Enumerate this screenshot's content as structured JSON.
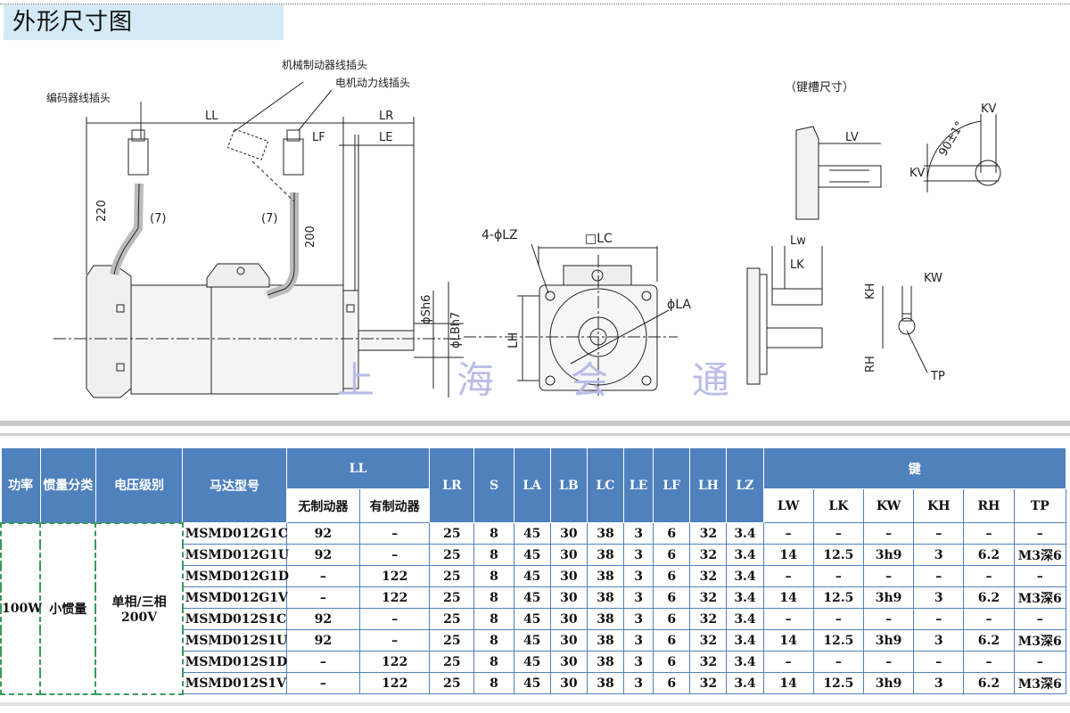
{
  "title": "外形尺寸图",
  "drawing": {
    "encoder_connector": "编码器线插头",
    "brake_connector": "机械制动器线插头",
    "power_connector": "电机动力线插头",
    "keyway_title": "（键槽尺寸）",
    "dims": {
      "LL": "LL",
      "LR": "LR",
      "LF": "LF",
      "LE": "LE",
      "d220": "220",
      "d200": "200",
      "d7a": "(7)",
      "d7b": "(7)",
      "Sh6": "ϕSh6",
      "LBh7": "ϕLBh7",
      "LZ": "4-ϕLZ",
      "LC": "□LC",
      "LH": "LH",
      "LA": "ϕLA",
      "LV": "LV",
      "KV1": "KV",
      "KV2": "KV",
      "angle": "90±1°",
      "Lw": "Lw",
      "LK": "LK",
      "KH": "KH",
      "KW": "KW",
      "RH": "RH",
      "TP": "TP"
    },
    "watermark": [
      "上",
      "海",
      "会",
      "通"
    ]
  },
  "table": {
    "headers": {
      "power": "功率",
      "inertia": "惯量分类",
      "voltage": "电压级别",
      "model": "马达型号",
      "LL": "LL",
      "LL_nobrake": "无制动器",
      "LL_brake": "有制动器",
      "LR": "LR",
      "S": "S",
      "LA": "LA",
      "LB": "LB",
      "LC": "LC",
      "LE": "LE",
      "LF": "LF",
      "LH": "LH",
      "LZ": "LZ",
      "key": "键",
      "LW": "LW",
      "LK": "LK",
      "KW": "KW",
      "KH": "KH",
      "RH": "RH",
      "TP": "TP"
    },
    "group": {
      "power": "100W",
      "inertia": "小惯量",
      "voltage": "单相/三相 200V"
    },
    "rows": [
      {
        "model": "MSMD012G1C",
        "ll_nb": "92",
        "ll_b": "–",
        "lr": "25",
        "s": "8",
        "la": "45",
        "lb": "30",
        "lc": "38",
        "le": "3",
        "lf": "6",
        "lh": "32",
        "lz": "3.4",
        "lw": "–",
        "lk": "–",
        "kw": "–",
        "kh": "–",
        "rh": "–",
        "tp": "–"
      },
      {
        "model": "MSMD012G1U",
        "ll_nb": "92",
        "ll_b": "–",
        "lr": "25",
        "s": "8",
        "la": "45",
        "lb": "30",
        "lc": "38",
        "le": "3",
        "lf": "6",
        "lh": "32",
        "lz": "3.4",
        "lw": "14",
        "lk": "12.5",
        "kw": "3h9",
        "kh": "3",
        "rh": "6.2",
        "tp": "M3深6"
      },
      {
        "model": "MSMD012G1D",
        "ll_nb": "–",
        "ll_b": "122",
        "lr": "25",
        "s": "8",
        "la": "45",
        "lb": "30",
        "lc": "38",
        "le": "3",
        "lf": "6",
        "lh": "32",
        "lz": "3.4",
        "lw": "–",
        "lk": "–",
        "kw": "–",
        "kh": "–",
        "rh": "–",
        "tp": "–"
      },
      {
        "model": "MSMD012G1V",
        "ll_nb": "–",
        "ll_b": "122",
        "lr": "25",
        "s": "8",
        "la": "45",
        "lb": "30",
        "lc": "38",
        "le": "3",
        "lf": "6",
        "lh": "32",
        "lz": "3.4",
        "lw": "14",
        "lk": "12.5",
        "kw": "3h9",
        "kh": "3",
        "rh": "6.2",
        "tp": "M3深6"
      },
      {
        "model": "MSMD012S1C",
        "ll_nb": "92",
        "ll_b": "–",
        "lr": "25",
        "s": "8",
        "la": "45",
        "lb": "30",
        "lc": "38",
        "le": "3",
        "lf": "6",
        "lh": "32",
        "lz": "3.4",
        "lw": "–",
        "lk": "–",
        "kw": "–",
        "kh": "–",
        "rh": "–",
        "tp": "–"
      },
      {
        "model": "MSMD012S1U",
        "ll_nb": "92",
        "ll_b": "–",
        "lr": "25",
        "s": "8",
        "la": "45",
        "lb": "30",
        "lc": "38",
        "le": "3",
        "lf": "6",
        "lh": "32",
        "lz": "3.4",
        "lw": "14",
        "lk": "12.5",
        "kw": "3h9",
        "kh": "3",
        "rh": "6.2",
        "tp": "M3深6"
      },
      {
        "model": "MSMD012S1D",
        "ll_nb": "–",
        "ll_b": "122",
        "lr": "25",
        "s": "8",
        "la": "45",
        "lb": "30",
        "lc": "38",
        "le": "3",
        "lf": "6",
        "lh": "32",
        "lz": "3.4",
        "lw": "–",
        "lk": "–",
        "kw": "–",
        "kh": "–",
        "rh": "–",
        "tp": "–"
      },
      {
        "model": "MSMD012S1V",
        "ll_nb": "–",
        "ll_b": "122",
        "lr": "25",
        "s": "8",
        "la": "45",
        "lb": "30",
        "lc": "38",
        "le": "3",
        "lf": "6",
        "lh": "32",
        "lz": "3.4",
        "lw": "14",
        "lk": "12.5",
        "kw": "3h9",
        "kh": "3",
        "rh": "6.2",
        "tp": "M3深6"
      }
    ]
  }
}
